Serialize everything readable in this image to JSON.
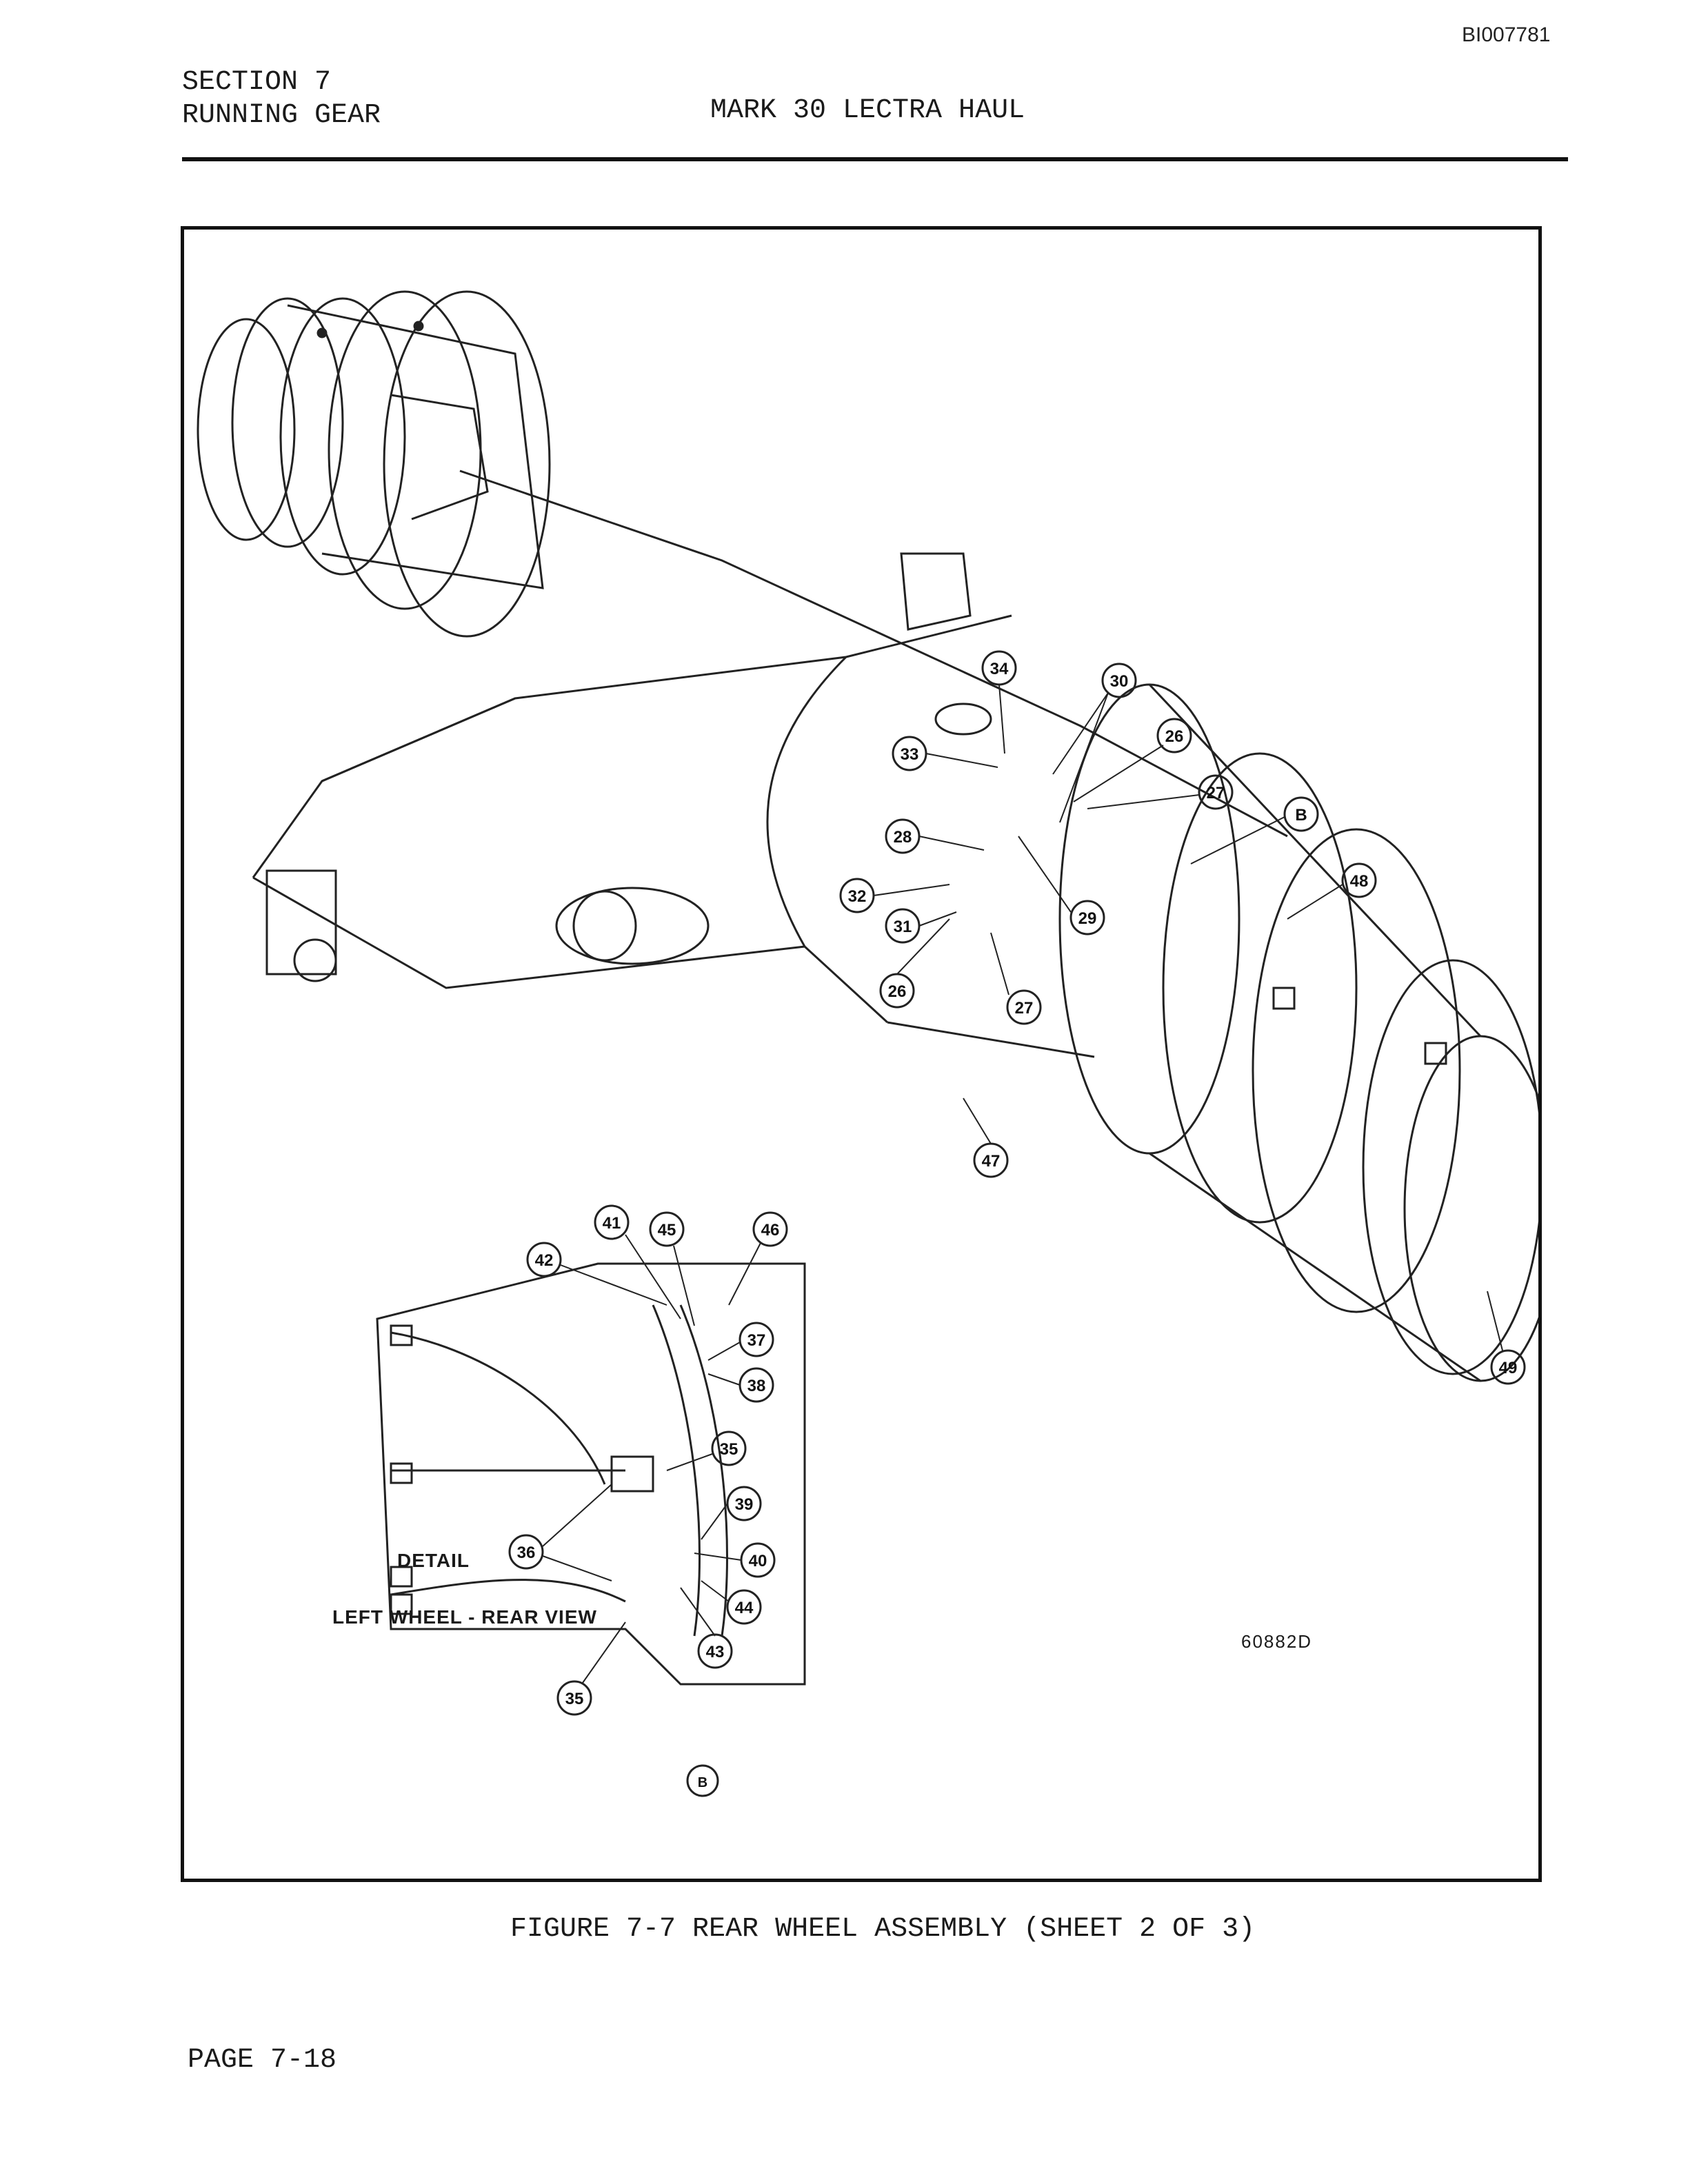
{
  "doc_id": "BI007781",
  "header": {
    "section": "SECTION 7",
    "section_title": "RUNNING GEAR",
    "manual_title": "MARK 30 LECTRA HAUL"
  },
  "figure": {
    "detail_label": "DETAIL",
    "detail_ref": "B",
    "view_label": "LEFT WHEEL - REAR VIEW",
    "drawing_number": "60882D",
    "callouts_main": [
      "34",
      "30",
      "26",
      "33",
      "27",
      "B",
      "28",
      "48",
      "32",
      "29",
      "31",
      "26",
      "27",
      "47",
      "49"
    ],
    "callouts_detail": [
      "41",
      "45",
      "46",
      "42",
      "37",
      "38",
      "35",
      "39",
      "36",
      "40",
      "44",
      "43",
      "35"
    ]
  },
  "caption": "FIGURE 7-7 REAR WHEEL ASSEMBLY (SHEET 2 OF 3)",
  "footer": {
    "page": "PAGE 7-18"
  }
}
